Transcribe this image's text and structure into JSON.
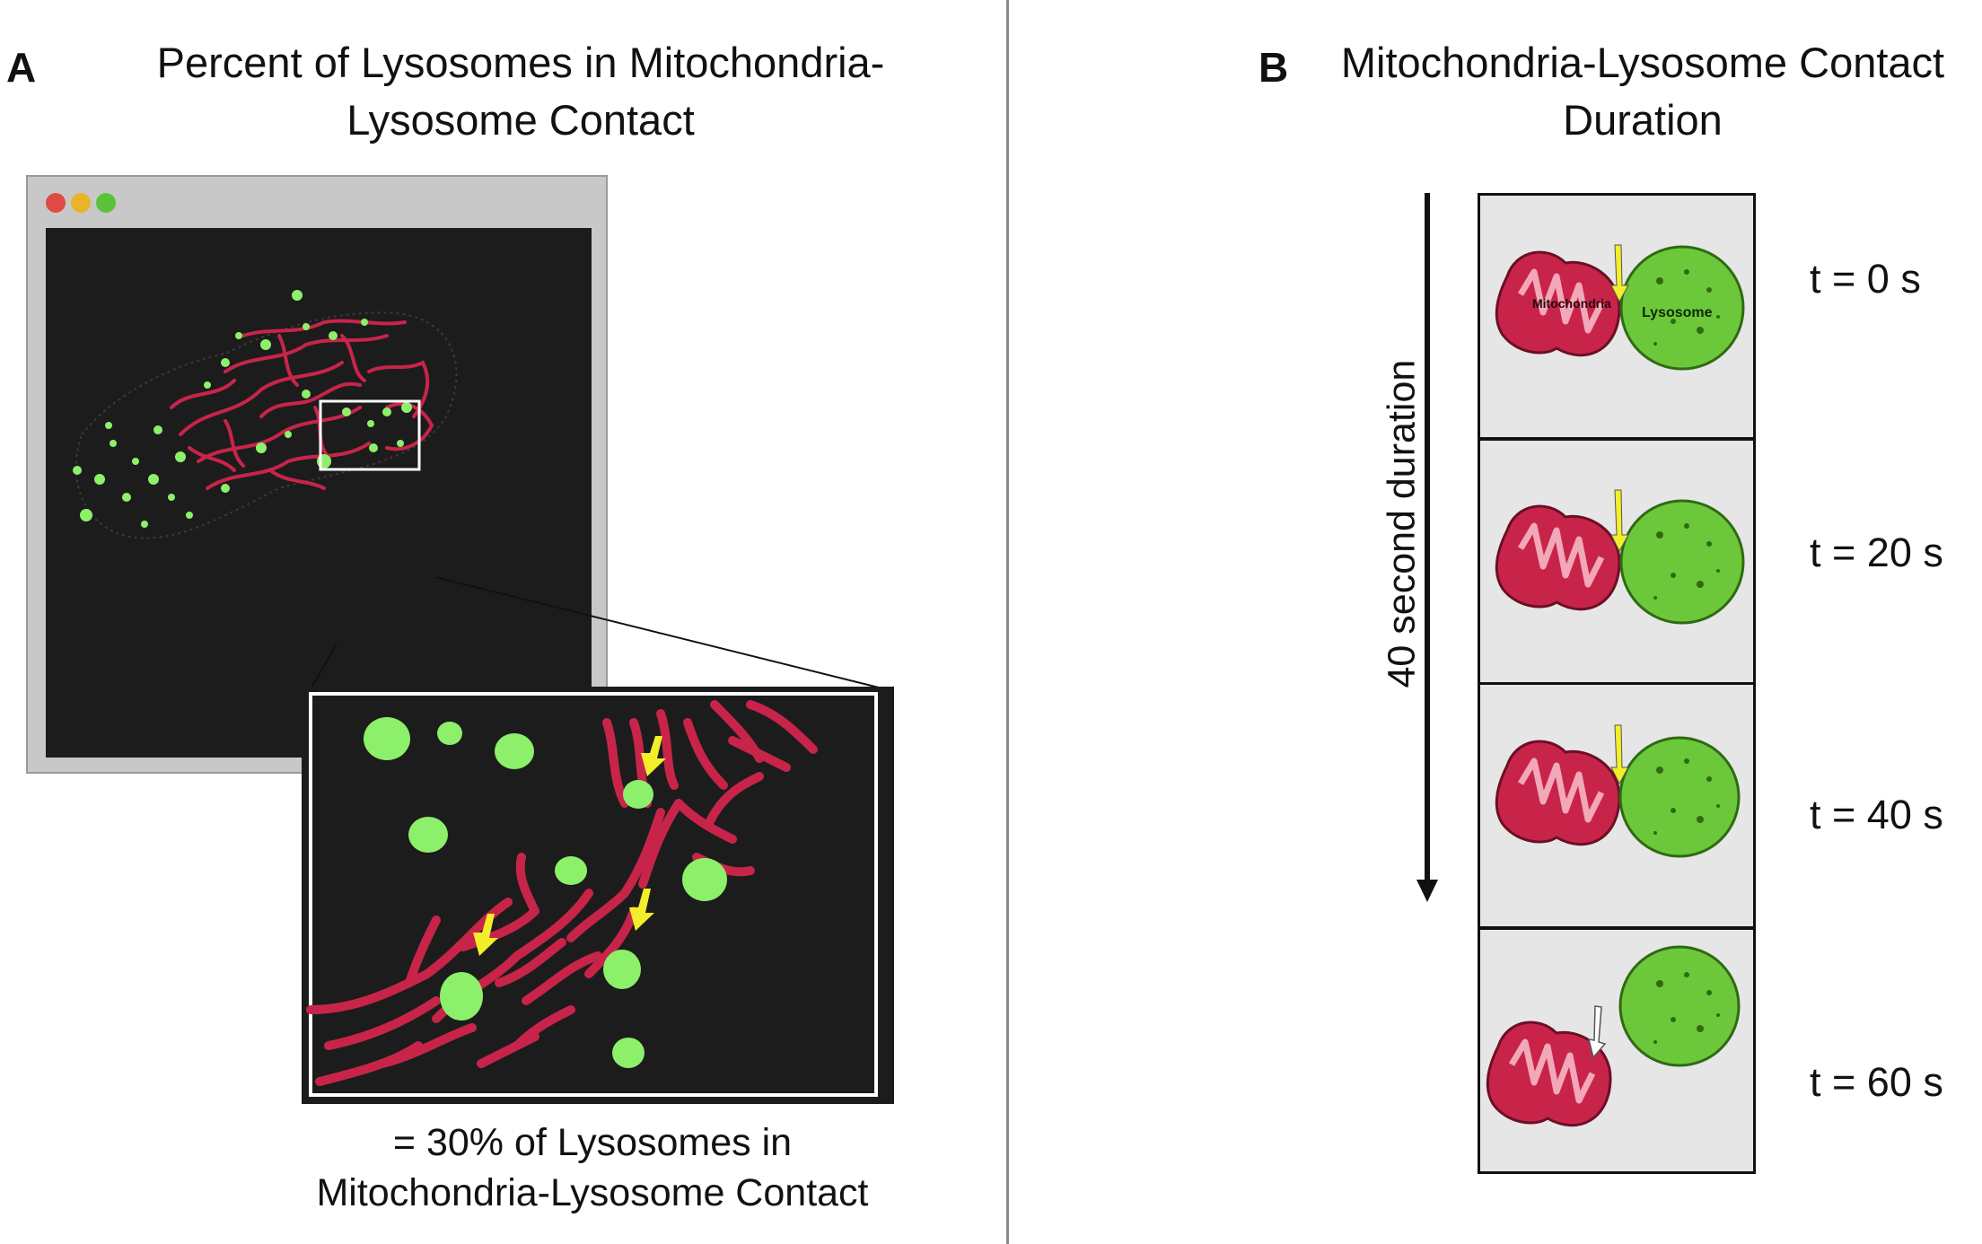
{
  "panel_a": {
    "letter": "A",
    "title": "Percent of Lysosomes in Mitochondria-\nLysosome Contact",
    "caption": "= 30% of Lysosomes in\nMitochondria-Lysosome Contact",
    "window_dots": [
      "#e04a45",
      "#e8b52a",
      "#5cc13a"
    ]
  },
  "panel_b": {
    "letter": "B",
    "title": "Mitochondria-Lysosome Contact\nDuration",
    "duration_label": "40 second duration",
    "frames": [
      {
        "time": "t = 0 s",
        "mito_label": "Mitochondria",
        "lyso_label": "Lysosome"
      },
      {
        "time": "t = 20 s",
        "mito_label": "",
        "lyso_label": ""
      },
      {
        "time": "t = 40 s",
        "mito_label": "",
        "lyso_label": ""
      },
      {
        "time": "t = 60 s",
        "mito_label": "",
        "lyso_label": ""
      }
    ]
  },
  "colors": {
    "mitochondria": "#c8244a",
    "lysosome": "#8df06a",
    "arrow": "#f2ee2a",
    "background": "#1c1c1c"
  }
}
